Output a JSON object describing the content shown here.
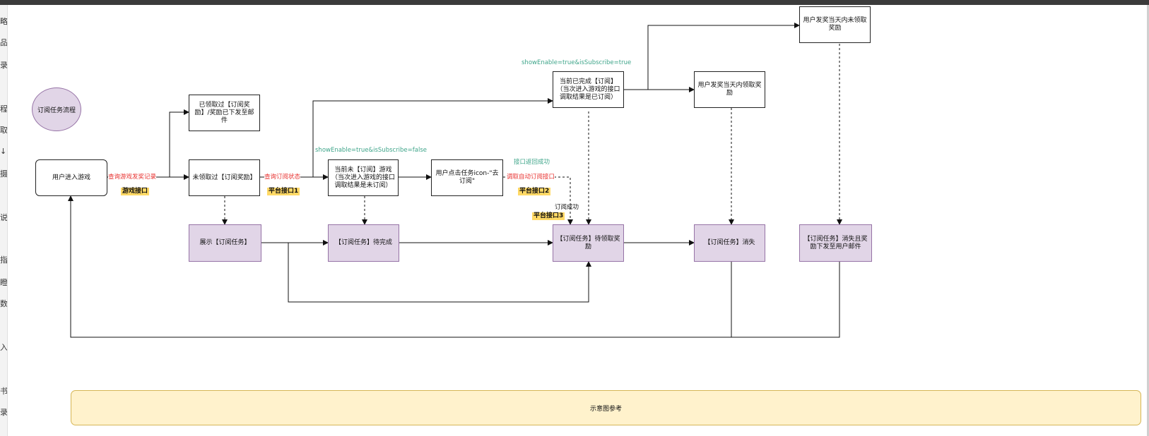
{
  "gutter_chars": [
    "略",
    "品",
    "录",
    "程",
    "取",
    "↓",
    "摄",
    "说",
    "指",
    "瞪",
    "数",
    "入",
    "书",
    "录"
  ],
  "title_ellipse": "订阅任务流程",
  "nodes": {
    "enter_game": "用户进入游戏",
    "claimed": "已领取过【订阅奖励】/奖励已下发至邮件",
    "unclaimed": "未领取过【订阅奖励】",
    "show_task": "展示【订阅任务】",
    "not_subscribed": "当前未【订阅】游戏（当次进入游戏的接口调取结果是未订阅）",
    "pending": "【订阅任务】待完成",
    "click_icon": "用户点击任务icon-\"去订阅\"",
    "subscribed": "当前已完成【订阅】（当次进入游戏的接口调取结果是已订阅）",
    "to_claim": "【订阅任务】待领取奖励",
    "claim_today": "用户发奖当天内领取奖励",
    "vanish": "【订阅任务】消失",
    "not_claim_today": "用户发奖当天内未领取奖励",
    "vanish_mail": "【订阅任务】消失且奖励下发至用户邮件"
  },
  "edge_labels": {
    "query_record": "查询游戏发奖记录",
    "query_sub": "查询订阅状态",
    "auto_sub": "调取自动订阅接口",
    "cond_false": "showEnable=true&isSubscribe=false",
    "cond_true": "showEnable=true&isSubscribe=true",
    "api_success": "接口返回成功",
    "sub_success": "订阅成功"
  },
  "tags": {
    "game_api": "游戏接口",
    "platform_api1": "平台接口1",
    "platform_api2": "平台接口2",
    "platform_api3": "平台接口3"
  },
  "note": "示意图参考",
  "colors": {
    "purple_fill": "#e1d5e7",
    "purple_stroke": "#9673a6",
    "note_fill": "#fff2cc",
    "note_stroke": "#d6b656",
    "tag_fill": "#ffd966",
    "red_label": "#e8312f",
    "green_label": "#3fa58a"
  }
}
